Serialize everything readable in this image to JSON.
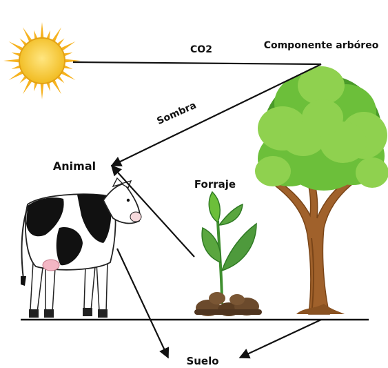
{
  "labels": {
    "co2": "CO2",
    "tree": "Componente arbóreo",
    "shade": "Sombra",
    "animal": "Animal",
    "forage": "Forraje",
    "soil": "Suelo"
  },
  "icons": {
    "sun": "sun-icon",
    "cow": "cow-icon",
    "plant": "sprout-icon",
    "tree": "tree-icon"
  },
  "colors": {
    "sun_core": "#f3c93a",
    "sun_rays": "#f6b21f",
    "foliage_light": "#8fd14f",
    "foliage_mid": "#6cbf3a",
    "foliage_dark": "#4a9a2a",
    "trunk": "#a0612b",
    "trunk_dark": "#7a4518",
    "leaf": "#4e9a3c",
    "soil": "#6b4a2c",
    "arrow": "#111111"
  }
}
